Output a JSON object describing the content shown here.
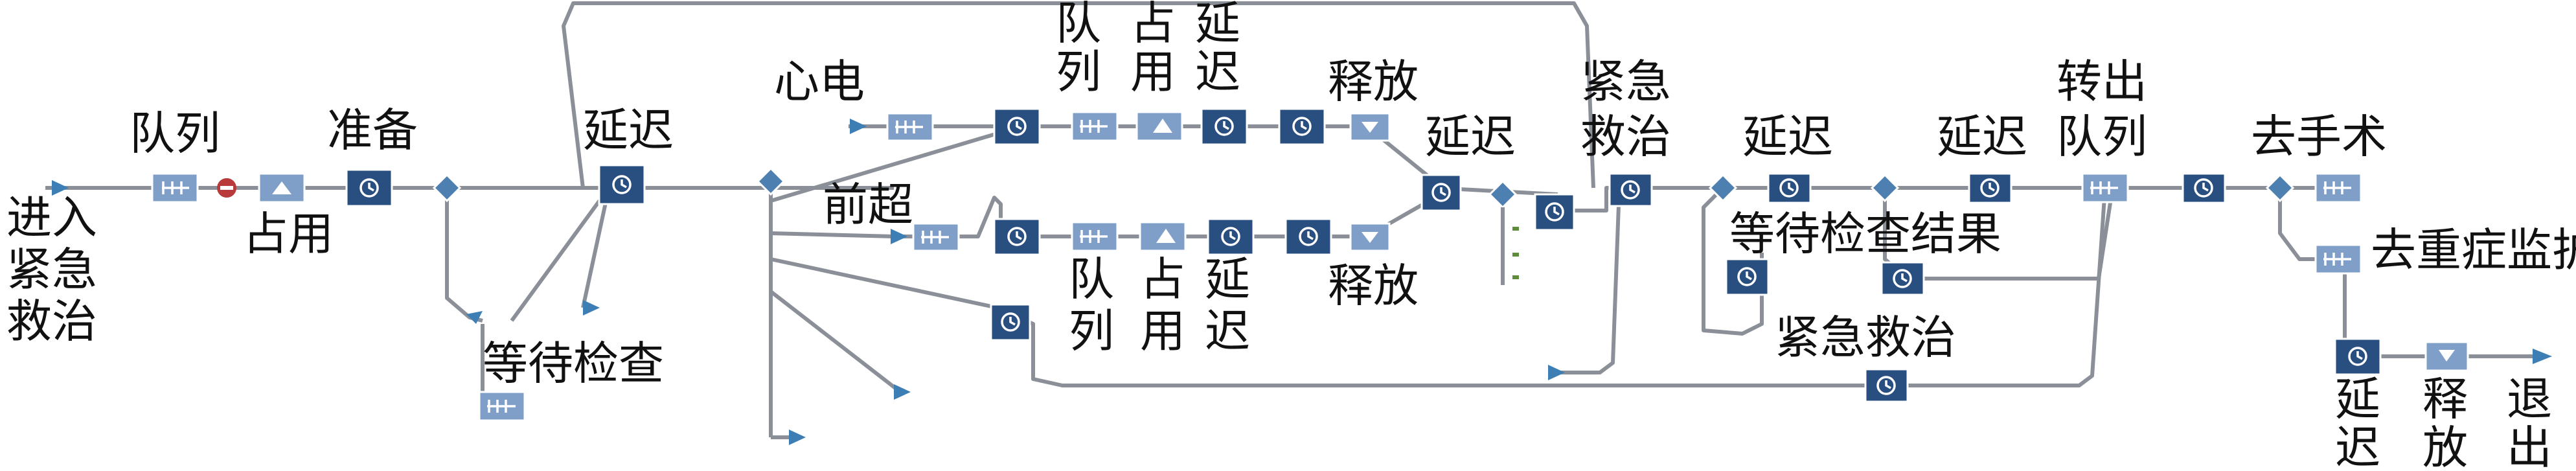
{
  "labels": {
    "enter_emergency": [
      "进入",
      "紧急",
      "救治"
    ],
    "queue": "队列",
    "seize": "占用",
    "prepare": "准备",
    "delay": "延迟",
    "wait_check": "等待检查",
    "ecg": "心电",
    "ecg_queue": [
      "队",
      "列"
    ],
    "ecg_seize": [
      "占",
      "用"
    ],
    "ecg_delay": [
      "延",
      "迟"
    ],
    "release_top": "释放",
    "ultrasound": "前超",
    "us_queue": [
      "队",
      "列"
    ],
    "us_seize": [
      "占",
      "用"
    ],
    "us_delay": [
      "延",
      "迟"
    ],
    "release_bottom": "释放",
    "delay_merge": "延迟",
    "emergency_treat_top": [
      "紧急",
      "救治"
    ],
    "delay_a": "延迟",
    "delay_b": "延迟",
    "wait_result": "等待检查结果",
    "emergency_treat_bottom": "紧急救治",
    "transfer_queue": [
      "转出",
      "队列"
    ],
    "go_surgery": "去手术",
    "go_icu": "去重症监护",
    "final_delay": [
      "延",
      "迟"
    ],
    "final_release": [
      "释",
      "放"
    ],
    "exit": [
      "退",
      "出"
    ]
  },
  "colors": {
    "block_dark": "#284f80",
    "block_light": "#7f9fc8",
    "connector": "#8a8f98",
    "stop": "#b83a3a"
  }
}
